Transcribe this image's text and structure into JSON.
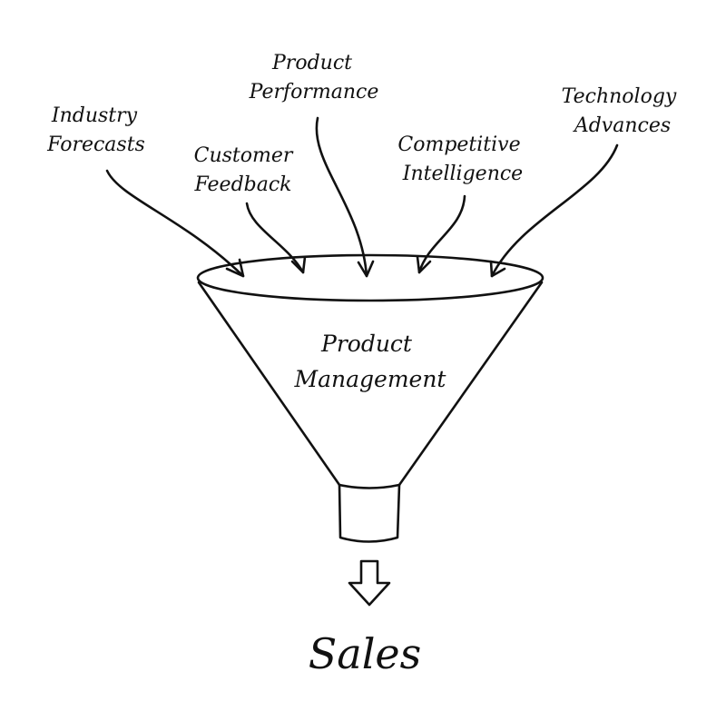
{
  "inputs": [
    {
      "id": "industry",
      "lines": [
        "Industry",
        "Forecasts"
      ]
    },
    {
      "id": "customer",
      "lines": [
        "Customer",
        "Feedback"
      ]
    },
    {
      "id": "product-performance",
      "lines": [
        "Product",
        "Performance"
      ]
    },
    {
      "id": "competitive",
      "lines": [
        "Competitive",
        "Intelligence"
      ]
    },
    {
      "id": "technology",
      "lines": [
        "Technology",
        "Advances"
      ]
    }
  ],
  "funnel": {
    "lines": [
      "Product",
      "Management"
    ]
  },
  "output": {
    "label": "Sales",
    "color": "#e8141d"
  },
  "colors": {
    "ink": "#111111",
    "background": "#ffffff"
  }
}
